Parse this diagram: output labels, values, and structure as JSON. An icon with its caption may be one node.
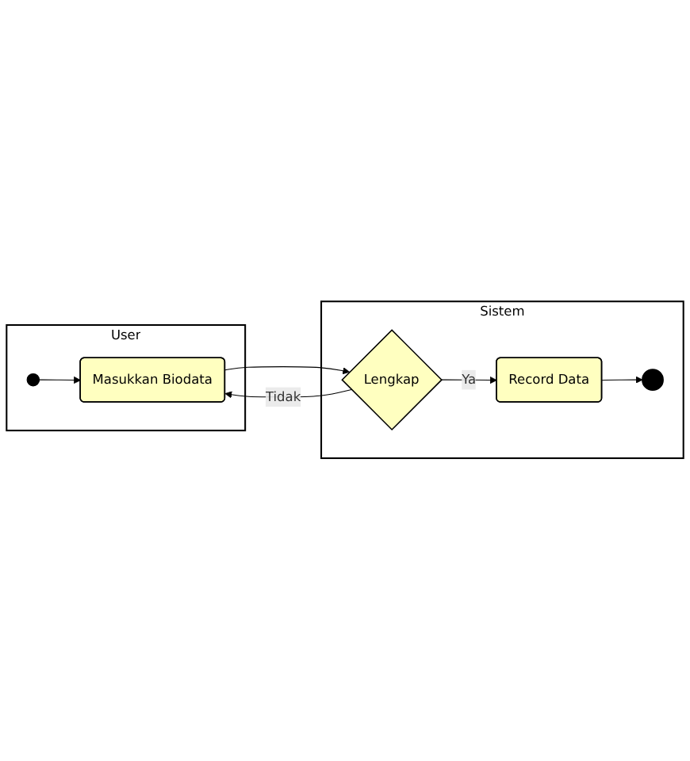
{
  "diagram": {
    "nodes": [
      {
        "text": [
          "User"
        ]
      },
      {
        "text": [
          "Sistem"
        ]
      },
      {
        "text": [],
        "shape": "circle",
        "in": 0
      },
      {
        "text": [
          "Masukkan Biodata"
        ],
        "in": 0
      },
      {
        "text": [
          "Lengkap"
        ],
        "in": 1
      },
      {
        "text": [
          "Record Data"
        ],
        "in": 1
      },
      {
        "text": [],
        "shape": "bullseye",
        "in": 1
      }
    ],
    "edges": [
      {
        "from": 2,
        "to": 3,
        "arrow": "to"
      },
      {
        "from": 3,
        "to": 4,
        "arrow": "to"
      },
      {
        "from": 4,
        "to": 3,
        "label": "Tidak",
        "arrow": "to"
      },
      {
        "from": 4,
        "to": 5,
        "label": "Ya",
        "arrow": "to"
      },
      {
        "from": 5,
        "to": 6,
        "arrow": "to"
      }
    ]
  }
}
